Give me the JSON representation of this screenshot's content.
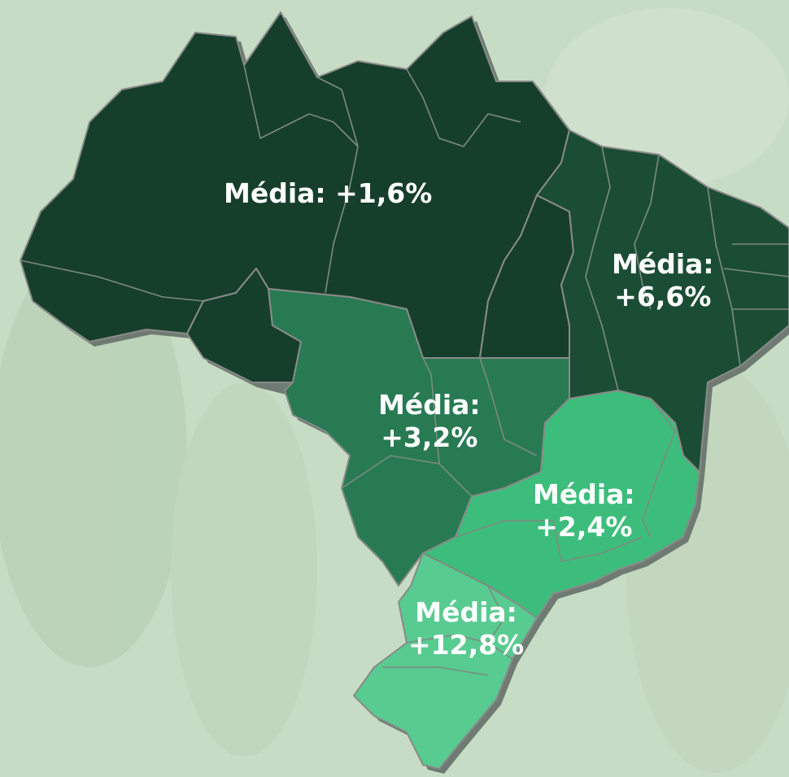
{
  "map": {
    "regions": [
      {
        "id": "norte",
        "label_title": "Média:",
        "label_value": "+1,6%",
        "fill": "#163f2b"
      },
      {
        "id": "nordeste",
        "label_title": "Média:",
        "label_value": "+6,6%",
        "fill": "#1b4d34"
      },
      {
        "id": "centro-oeste",
        "label_title": "Média:",
        "label_value": "+3,2%",
        "fill": "#287a53"
      },
      {
        "id": "sudeste",
        "label_title": "Média:",
        "label_value": "+2,4%",
        "fill": "#3dbd7c"
      },
      {
        "id": "sul",
        "label_title": "Média:",
        "label_value": "+12,8%",
        "fill": "#58cb91"
      }
    ],
    "background_color": "#c7dcc4",
    "border_color": "#8a8a8a"
  }
}
